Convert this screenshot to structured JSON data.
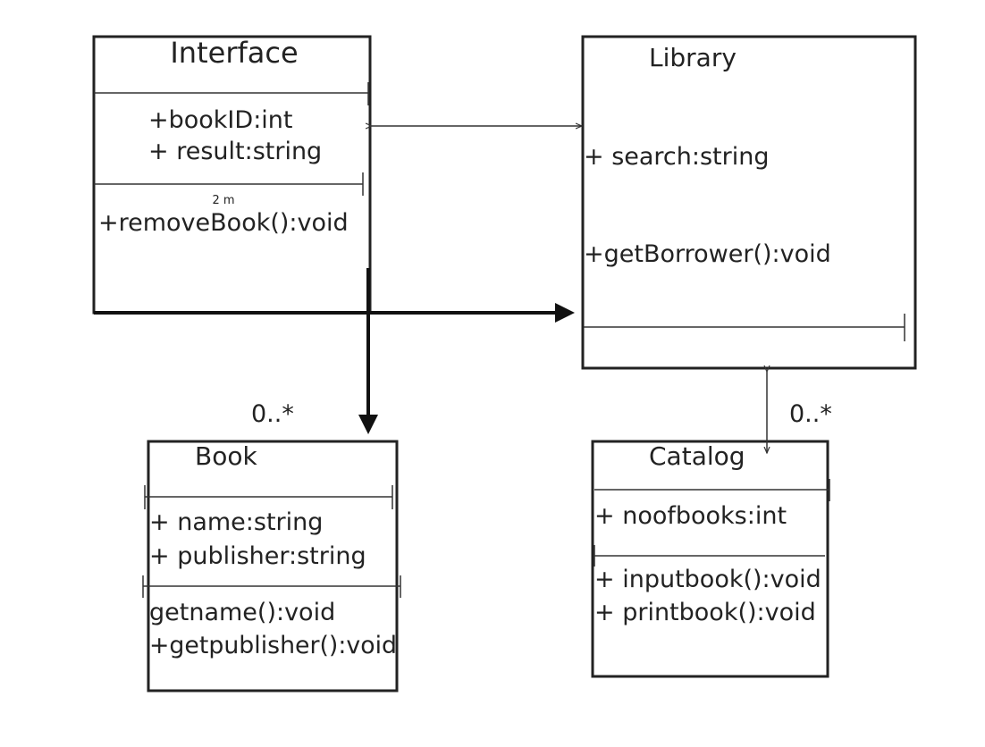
{
  "classes": {
    "interface": {
      "name": "Interface",
      "attributes": [
        "+bookID:int",
        "+ result:string"
      ],
      "note": "2 m",
      "methods": [
        "+removeBook():void"
      ]
    },
    "library": {
      "name": "Library",
      "attributes": [
        "+ search:string"
      ],
      "methods": [
        "+getBorrower():void"
      ]
    },
    "book": {
      "name": "Book",
      "attributes": [
        "+ name:string",
        "+ publisher:string"
      ],
      "methods": [
        "getname():void",
        "+getpublisher():void"
      ]
    },
    "catalog": {
      "name": "Catalog",
      "attributes": [
        "+ noofbooks:int"
      ],
      "methods": [
        "+ inputbook():void",
        "+ printbook():void"
      ]
    }
  },
  "multiplicities": {
    "book": "0..*",
    "catalog": "0..*"
  }
}
